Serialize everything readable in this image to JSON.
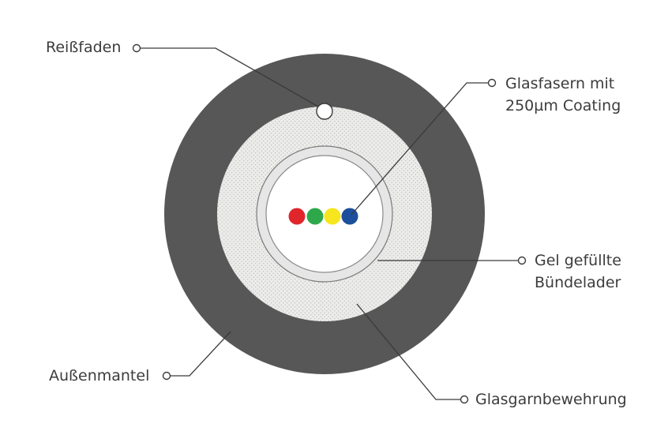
{
  "labels": {
    "ripcord": "Reißfaden",
    "fibers_line1": "Glasfasern mit",
    "fibers_line2": "250µm Coating",
    "tube_line1": "Gel gefüllte",
    "tube_line2": "Bündelader",
    "jacket": "Außenmantel",
    "armor": "Glasgarnbewehrung"
  },
  "colors": {
    "outer_jacket": "#575757",
    "armor_fill": "#ececea",
    "armor_dots": "#b2b2b0",
    "tube_ring": "#e6e6e6",
    "tube_core": "#ffffff",
    "fiber_red": "#e0262b",
    "fiber_green": "#2ea84a",
    "fiber_yellow": "#f5e61d",
    "fiber_blue": "#1c4f9c"
  }
}
